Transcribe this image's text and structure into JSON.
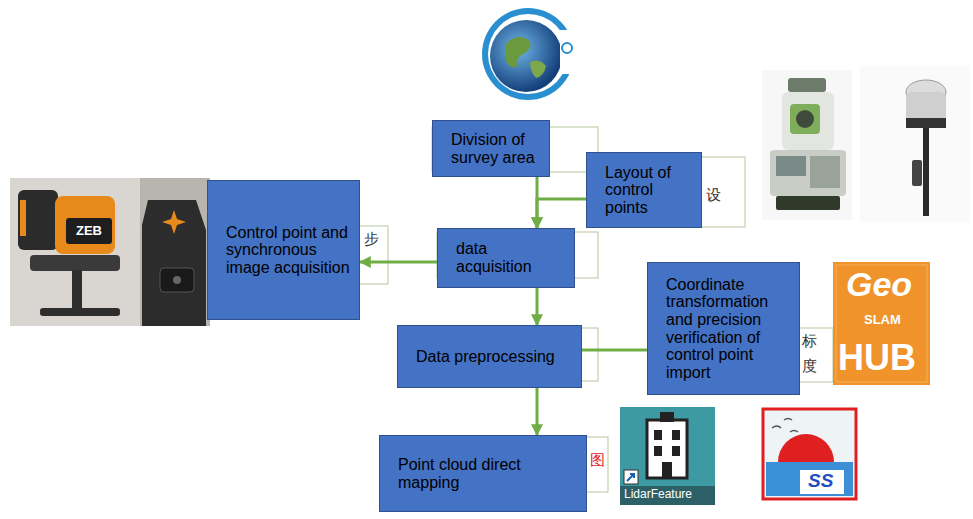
{
  "diagram": {
    "nodes": [
      {
        "text": [
          "Division of survey area"
        ]
      },
      {
        "text": [
          "Layout of control points"
        ]
      },
      {
        "text": [
          "Control point and synchronous image acquisition"
        ]
      },
      {
        "text": [
          "data acquisition"
        ]
      },
      {
        "text": [
          "Data preprocessing"
        ]
      },
      {
        "text": [
          "Coordinate transformation and precision verification of control point import"
        ]
      },
      {
        "text": [
          "Point cloud direct mapping"
        ]
      }
    ],
    "edges": [
      {
        "from": 0,
        "to": 3,
        "arrow": "to"
      },
      {
        "from": 1,
        "to": 3,
        "arrow": "to"
      },
      {
        "from": 3,
        "to": 2,
        "arrow": "to"
      },
      {
        "from": 3,
        "to": 4,
        "arrow": "to"
      },
      {
        "from": 4,
        "to": 5,
        "arrow": "none"
      },
      {
        "from": 4,
        "to": 6,
        "arrow": "to"
      }
    ],
    "labels": [
      "设",
      "ZEB",
      "步",
      "Geo",
      "SLAM",
      "标",
      "度",
      "HUB",
      "LidarFeature",
      "图",
      "SS"
    ]
  }
}
